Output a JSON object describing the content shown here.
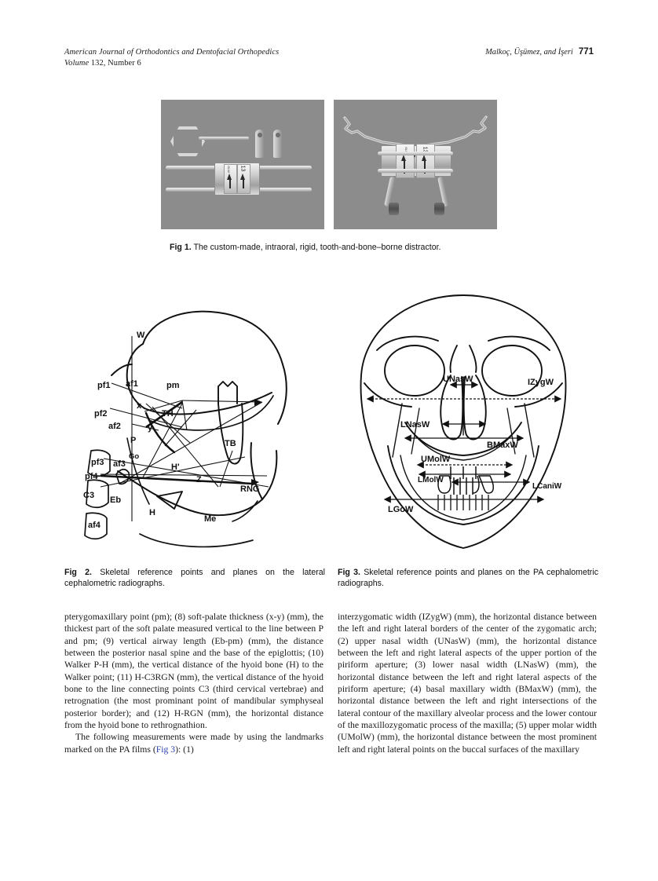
{
  "running_head": {
    "journal": "American Journal of Orthodontics and Dentofacial Orthopedics",
    "volume_line": "Volume 132, Number 6",
    "volume_word": "Volume",
    "volume_number": "132, Number 6",
    "authors": "Malkoç, Üşümez, and İşeri",
    "page_number": "771"
  },
  "figures": {
    "fig1": {
      "label": "Fig 1.",
      "caption": "The custom-made, intraoral, rigid, tooth-and-bone–borne distractor.",
      "photo_left_alt": "Disassembled distractor: hex activation key, two screw posts, and twin-rod expansion jack",
      "photo_right_alt": "Assembled distractor with curved arms, central expansion jack, and two bone-borne legs",
      "jack_number": "13"
    },
    "fig2": {
      "label": "Fig 2.",
      "caption": "Skeletal reference points and planes on the lateral cephalometric radiographs.",
      "landmarks": [
        "W",
        "pf1",
        "af1",
        "pm",
        "x",
        "TH",
        "pf2",
        "af2",
        "y",
        "P",
        "Go",
        "pf3",
        "af3",
        "TB",
        "H'",
        "Z",
        "pf4",
        "C3",
        "Eb",
        "H",
        "RNG",
        "af4",
        "Me"
      ]
    },
    "fig3": {
      "label": "Fig 3.",
      "caption": "Skeletal reference points and planes on the PA cephalometric radiographs.",
      "measurements": [
        "IZygW",
        "UNasW",
        "LNasW",
        "BMaxW",
        "UMolW",
        "LMolW",
        "LCaniW",
        "LGoW"
      ]
    }
  },
  "body": {
    "left_column": {
      "para1": "pterygomaxillary point (pm); (8) soft-palate thickness (x-y) (mm), the thickest part of the soft palate measured vertical to the line between P and pm; (9) vertical airway length (Eb-pm) (mm), the distance between the posterior nasal spine and the base of the epiglottis; (10) Walker P-H (mm), the vertical distance of the hyoid bone (H) to the Walker point; (11) H-C3RGN (mm), the vertical distance of the hyoid bone to the line connecting points C3 (third cervical vertebrae) and retrognation (the most prominant point of mandibular symphyseal posterior border); and (12) H-RGN (mm), the horizontal distance from the hyoid bone to rethrognathion.",
      "para2_before": "The following measurements were made by using the landmarks marked on the PA films (",
      "para2_link": "Fig 3",
      "para2_after": "): (1)"
    },
    "right_column": {
      "para1": "interzygomatic width (IZygW) (mm), the horizontal distance between the left and right lateral borders of the center of the zygomatic arch; (2) upper nasal width (UNasW) (mm), the horizontal distance between the left and right lateral aspects of the upper portion of the piriform aperture; (3) lower nasal width (LNasW) (mm), the horizontal distance between the left and right lateral aspects of the piriform aperture; (4) basal maxillary width (BMaxW) (mm), the horizontal distance between the left and right intersections of the lateral contour of the maxillary alveolar process and the lower contour of the maxillozygomatic process of the maxilla; (5) upper molar width (UMolW) (mm), the horizontal distance between the most prominent left and right lateral points on the buccal surfaces of the maxillary"
    }
  },
  "colors": {
    "text": "#1a1a1a",
    "link": "#2a3fb0",
    "photo_background": "#8c8c8c",
    "line_art": "#000000"
  }
}
